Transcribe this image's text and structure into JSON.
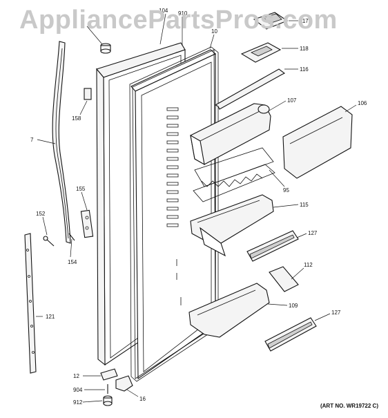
{
  "watermark": "AppliancePartsPros.com",
  "art_number": "(ART NO. WR19722 C)",
  "callouts": {
    "c104": "104",
    "c910": "910",
    "c10": "10",
    "c117": "117",
    "c118": "118",
    "c116": "116",
    "c107": "107",
    "c106": "106",
    "c7": "7",
    "c158": "158",
    "c95": "95",
    "c155": "155",
    "c115": "115",
    "c152": "152",
    "c127a": "127",
    "c154": "154",
    "c112": "112",
    "c109": "109",
    "c121": "121",
    "c127b": "127",
    "c12": "12",
    "c904": "904",
    "c16": "16",
    "c912": "912"
  }
}
